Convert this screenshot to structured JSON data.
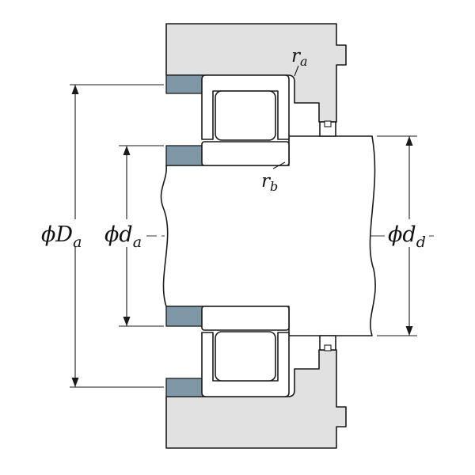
{
  "diagram": {
    "labels": {
      "Da": {
        "main": "ϕD",
        "sub": "a"
      },
      "da": {
        "main": "ϕd",
        "sub": "a"
      },
      "dd": {
        "main": "ϕd",
        "sub": "d"
      },
      "ra": {
        "main": "r",
        "sub": "a"
      },
      "rb": {
        "main": "r",
        "sub": "b"
      }
    },
    "colors": {
      "housing_fill": "#e1e1e1",
      "ring_fill": "#7e98a8",
      "outline": "#1a1a1a",
      "background": "#ffffff"
    }
  }
}
